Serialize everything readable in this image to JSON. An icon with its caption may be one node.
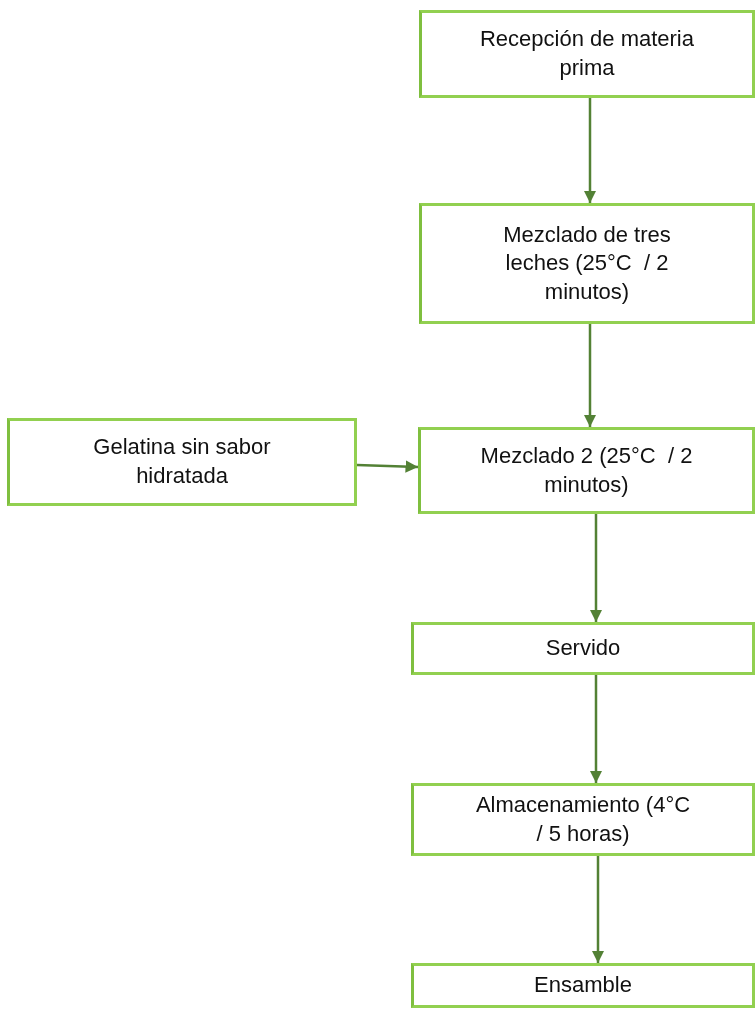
{
  "diagram": {
    "nodes": [
      {
        "text": [
          "Recepción de materia prima"
        ]
      },
      {
        "text": [
          "Mezclado de tres leches (25°C  / 2 minutos)"
        ]
      },
      {
        "text": [
          "Gelatina sin sabor hidratada"
        ]
      },
      {
        "text": [
          "Mezclado 2 (25°C  / 2 minutos)"
        ]
      },
      {
        "text": [
          "Servido"
        ]
      },
      {
        "text": [
          "Almacenamiento (4°C / 5 horas)"
        ]
      },
      {
        "text": [
          "Ensamble"
        ]
      }
    ],
    "edges": [
      {
        "from": 0,
        "to": 1,
        "arrow": "to"
      },
      {
        "from": 1,
        "to": 3,
        "arrow": "to"
      },
      {
        "from": 2,
        "to": 3,
        "arrow": "to"
      },
      {
        "from": 3,
        "to": 4,
        "arrow": "to"
      },
      {
        "from": 4,
        "to": 5,
        "arrow": "to"
      },
      {
        "from": 5,
        "to": 6,
        "arrow": "to"
      }
    ]
  }
}
